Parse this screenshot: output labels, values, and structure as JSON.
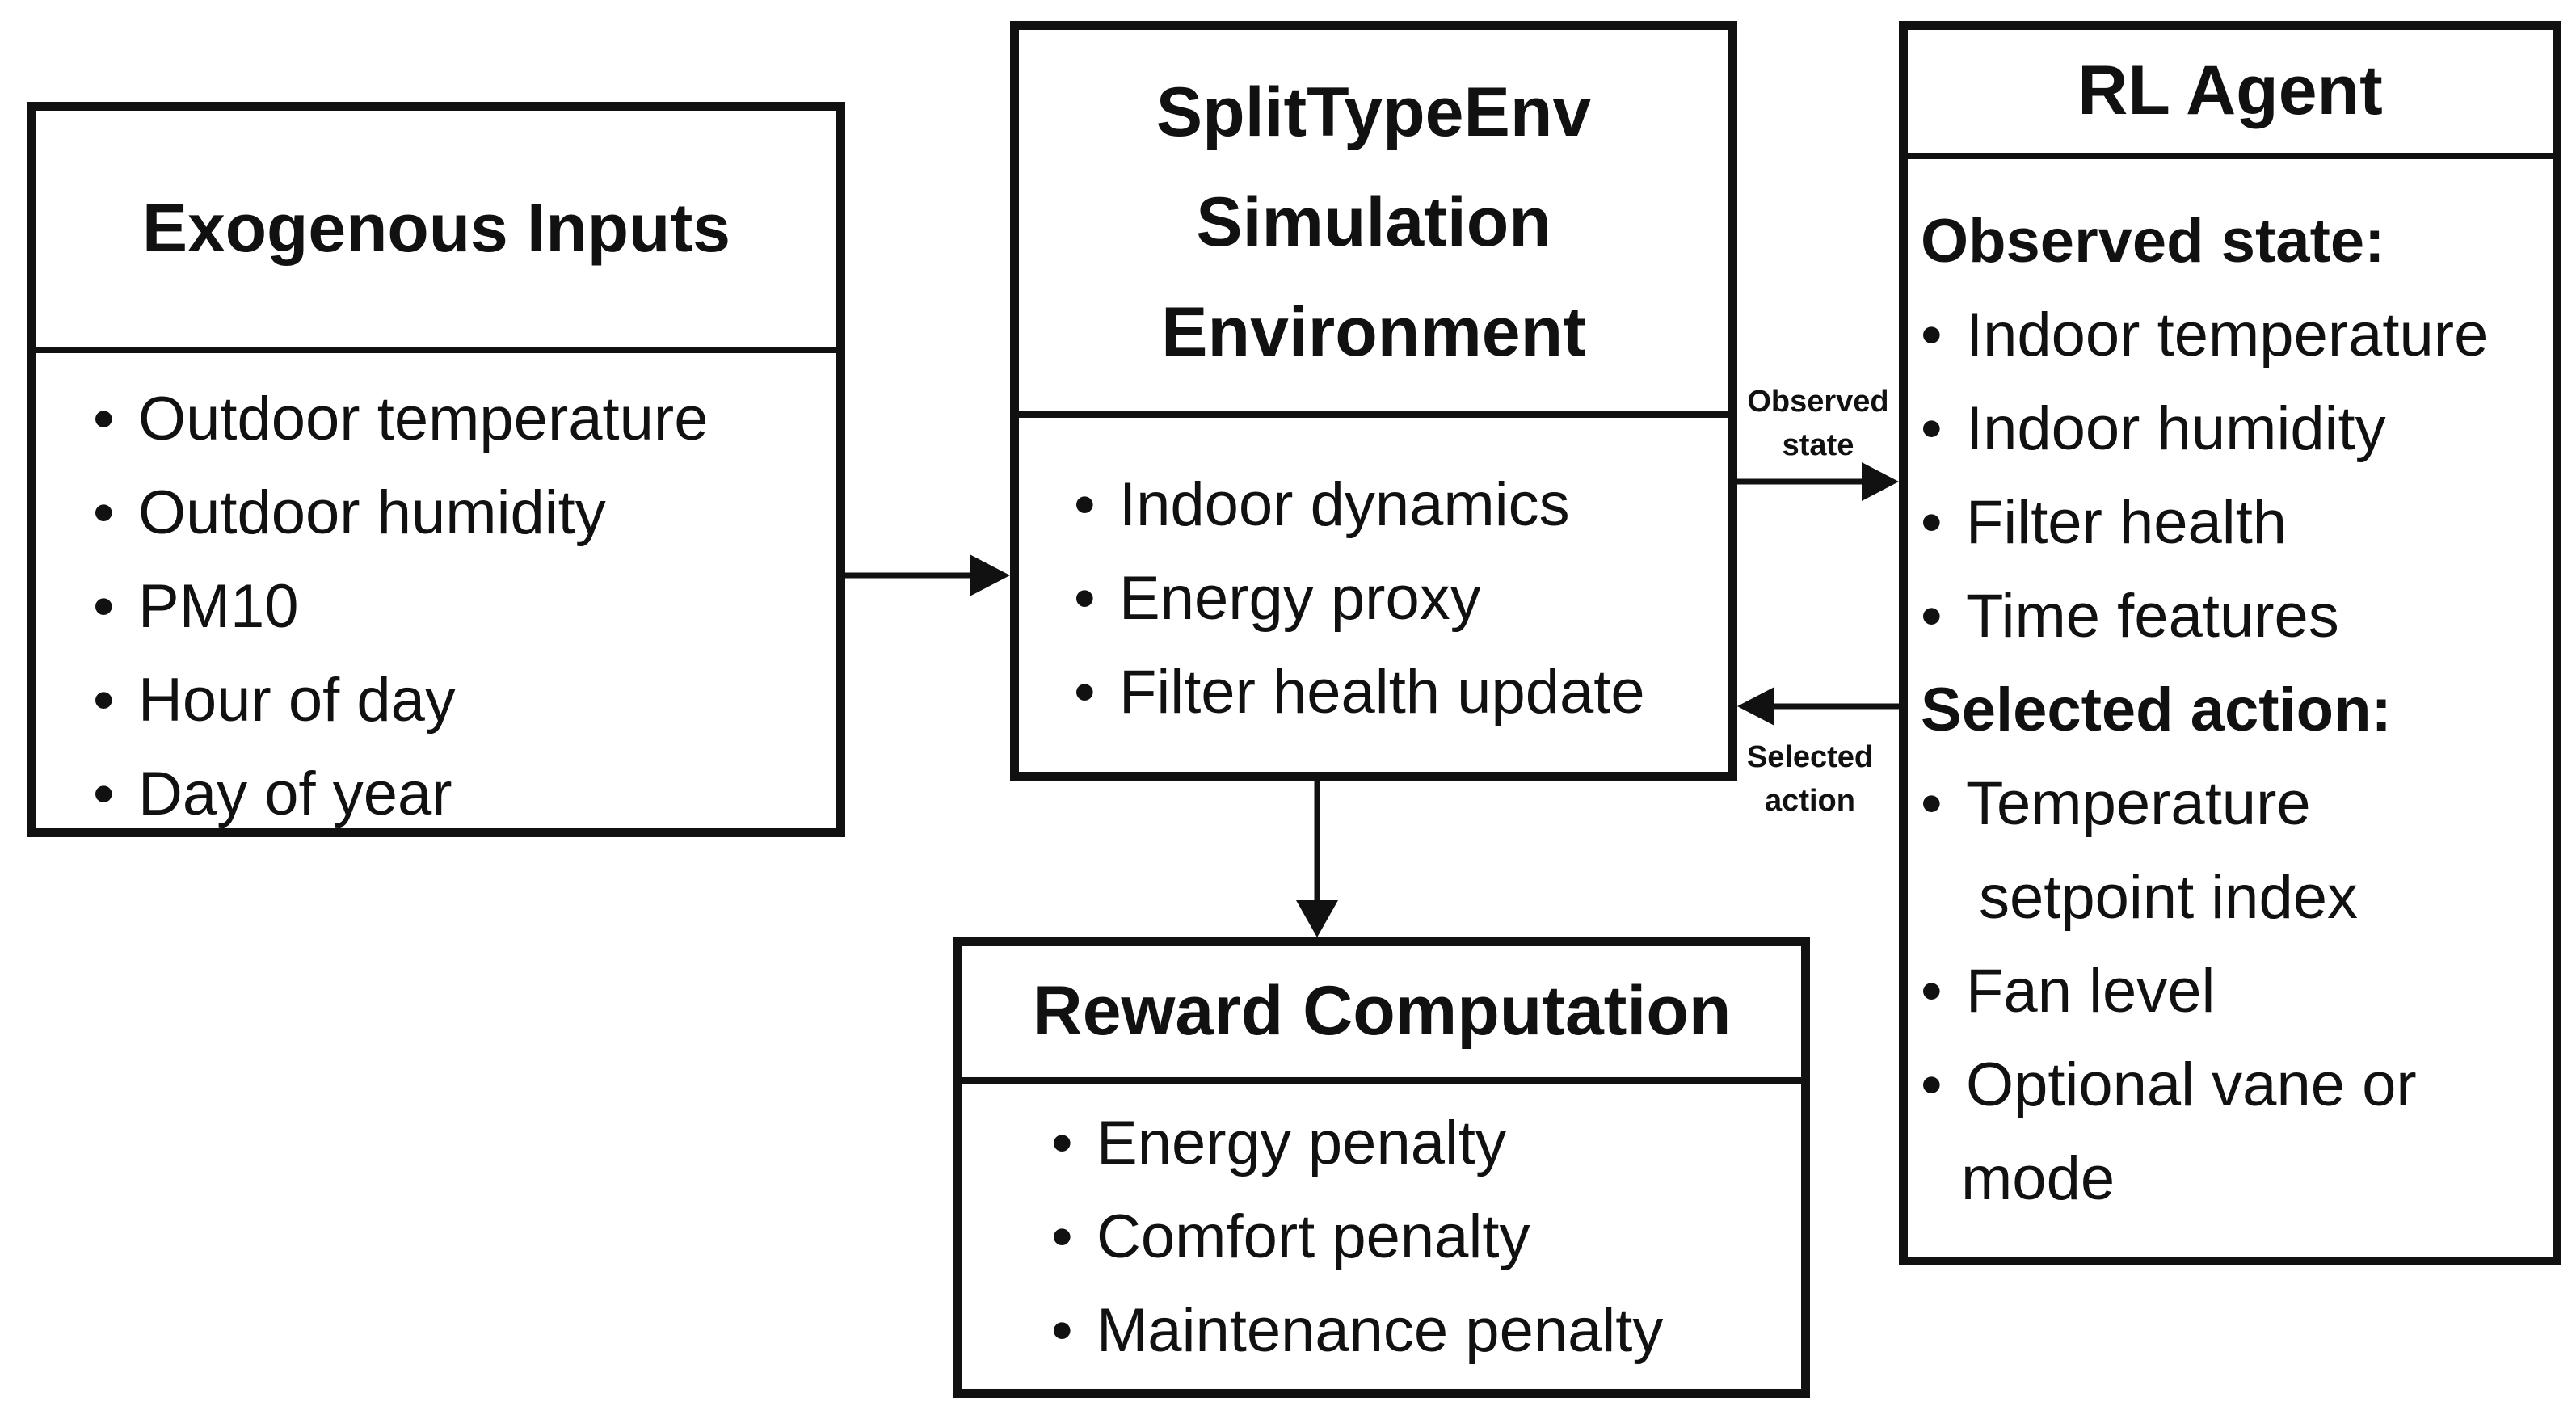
{
  "exogenous_inputs": {
    "title": "Exogenous Inputs",
    "items": [
      "Outdoor temperature",
      "Outdoor humidity",
      "PM10",
      "Hour of day",
      "Day of year"
    ]
  },
  "simulation_environment": {
    "title_lines": [
      "SplitTypeEnv",
      "Simulation",
      "Environment"
    ],
    "items": [
      "Indoor dynamics",
      "Energy proxy",
      "Filter health update"
    ]
  },
  "rl_agent": {
    "title": "RL Agent",
    "observed_state": {
      "heading": "Observed state:",
      "items": [
        "Indoor temperature",
        "Indoor humidity",
        "Filter health",
        "Time features"
      ]
    },
    "selected_action": {
      "heading": "Selected action:",
      "items": [
        [
          "Temperature",
          "setpoint index"
        ],
        [
          "Fan level"
        ],
        [
          "Optional vane or",
          "mode"
        ]
      ]
    }
  },
  "reward_computation": {
    "title": "Reward Computation",
    "items": [
      "Energy penalty",
      "Comfort penalty",
      "Maintenance penalty"
    ]
  },
  "edges": {
    "observed_state_label": [
      "Observed",
      "state"
    ],
    "selected_action_label": [
      "Selected",
      "action"
    ]
  },
  "colors": {
    "stroke": "#111111",
    "background": "#ffffff"
  }
}
